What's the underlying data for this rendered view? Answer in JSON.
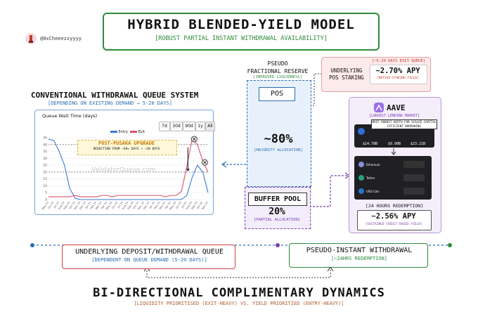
{
  "header": {
    "title": "HYBRID BLENDED-YIELD MODEL",
    "subtitle": "[ROBUST PARTIAL INSTANT WITHDRAWAL AVAILABILITY]"
  },
  "author": {
    "handle": "@0xCheeezzyyyy"
  },
  "left_panel": {
    "title": "CONVENTIONAL WITHDRAWAL QUEUE SYSTEM",
    "subtitle": "[DEPENDING ON EXISTING DEMAND → 5-20 DAYS]",
    "chart_label": "Queue Wait Time (days)",
    "ranges": [
      "7d",
      "30d",
      "90d",
      "1y",
      "All"
    ],
    "selected_range": "All",
    "upgrade_title": "POST-PUSAKA UPGRADE",
    "upgrade_sub": "REDUCTION FROM ~40+ DAYS → ~20 DAYS",
    "watermark": "ValidatorQueue.com"
  },
  "chart_data": {
    "type": "line",
    "ylim": [
      0,
      45
    ],
    "yticks": [
      0,
      5,
      10,
      15,
      20,
      25,
      30,
      35,
      40,
      45
    ],
    "x": [
      "May 23",
      "Jun 23",
      "Jul 23",
      "Aug 23",
      "Sep 23",
      "Oct 23",
      "Nov 23",
      "Dec 23",
      "Jan 24",
      "Feb 24",
      "Mar 24",
      "Apr 24",
      "May 24",
      "Jun 24",
      "Jul 24",
      "Aug 24",
      "Sep 24",
      "Oct 24",
      "Nov 24",
      "Dec 24",
      "Jan 25",
      "Feb 25",
      "Mar 25",
      "Apr 25",
      "May 25",
      "Jun 25",
      "Jul 25",
      "Aug 25",
      "Sep 25",
      "Oct 25",
      "Nov 25"
    ],
    "series": [
      {
        "name": "Entry",
        "color": "#3a78d8",
        "values": [
          44,
          43,
          35,
          25,
          8,
          1,
          0,
          0,
          0,
          0,
          0,
          0,
          0,
          0,
          0,
          0,
          0,
          0,
          0,
          0,
          0,
          0,
          0,
          0,
          0,
          0,
          3,
          16,
          25,
          20,
          5
        ]
      },
      {
        "name": "Exit",
        "color": "#e0506a",
        "values": [
          2,
          2,
          2,
          2,
          2,
          3,
          2,
          2,
          2,
          2,
          3,
          3,
          2,
          3,
          3,
          3,
          3,
          3,
          3,
          3,
          3,
          3,
          2,
          3,
          3,
          6,
          24,
          44,
          40,
          28,
          20
        ]
      }
    ],
    "legend": "top"
  },
  "reserve": {
    "title_line1": "PSEUDO",
    "title_line2": "FRACTIONAL RESERVE",
    "subtitle": "[IMPROVED LIQUIDNESS]",
    "pos_label": "POS",
    "pos_pct": "~80%",
    "pos_alloc": "[MAJORITY ALLOCATION]",
    "buffer_label": "BUFFER POOL",
    "buffer_pct": "20%",
    "buffer_alloc": "[PARTIAL ALLOCATION]"
  },
  "staking": {
    "label_line1": "UNDERLYING",
    "label_line2": "POS STAKING",
    "queue": "[~5-20 DAYS EXIT QUEUE]",
    "apy": "~2.70% APY",
    "apy_sub": "[NATIVE-STAKING YIELD]"
  },
  "aave": {
    "title": "AAVE",
    "subtitle": "[LARGEST LENDING MARKET]",
    "note": "MOST ROBUST DEPTH FOR SCALED CAPITAL EFFICIENT BORROWING",
    "redemption": "[24 HOURS REDEMPTION]",
    "apy": "~2.56% APY",
    "apy_sub": "[SUSTAINED CREDIT-BASED YIELD]",
    "assets": [
      "Ethereum",
      "Tether",
      "USD Coin"
    ],
    "stats": [
      "$14.78B",
      "$9.90B",
      "$23.21B"
    ]
  },
  "bottom": {
    "queue_title": "UNDERLYING DEPOSIT/WITHDRAWAL QUEUE",
    "queue_sub": "[DEPENDENT ON QUEUE DEMAND (5-20 DAYS)]",
    "withdraw_title": "PSEUDO-INSTANT WITHDRAWAL",
    "withdraw_sub": "[~24HRS REDEMPTION]",
    "dyn_title": "BI-DIRECTIONAL COMPLIMENTARY DYNAMICS",
    "dyn_sub": "[LIQUIDITY PRIORITISED (EXIT-HEAVY) VS. YIELD PRIORITIED (ENTRY-HEAVY)]"
  },
  "colors": {
    "green": "#2e8b3a",
    "red": "#d04040",
    "blue": "#2b6cb0",
    "purple": "#7b3fb0"
  }
}
